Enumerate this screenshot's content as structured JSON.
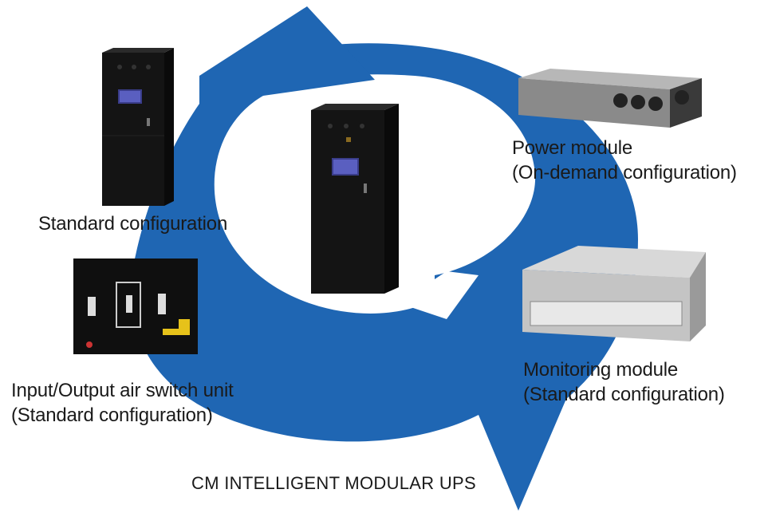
{
  "colors": {
    "ring": "#1f66b3",
    "cabinet": "#141414",
    "text": "#1a1a1a"
  },
  "components": {
    "standard": {
      "line1": "Standard configuration",
      "icon": "ups-cabinet-icon"
    },
    "power_module": {
      "line1": "Power module",
      "line2": "(On-demand configuration)",
      "icon": "power-module-icon"
    },
    "monitoring_module": {
      "line1": "Monitoring module",
      "line2": "(Standard configuration)",
      "icon": "monitoring-module-icon"
    },
    "air_switch": {
      "line1": "Input/Output air switch unit",
      "line2": "(Standard configuration)",
      "icon": "switch-panel-icon"
    }
  },
  "footer": {
    "title": "CM INTELLIGENT MODULAR UPS"
  }
}
